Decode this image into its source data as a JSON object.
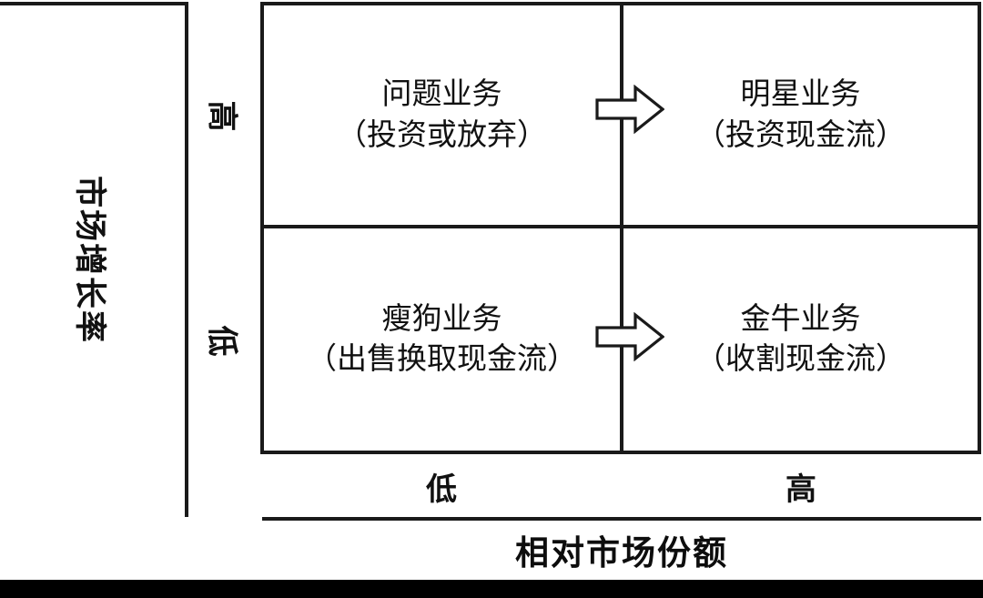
{
  "diagram": {
    "type": "bcg-growth-share-matrix",
    "y_axis": {
      "title": "市场增长率",
      "ticks": [
        {
          "id": "high",
          "label": "高"
        },
        {
          "id": "low",
          "label": "低"
        }
      ]
    },
    "x_axis": {
      "title": "相对市场份额",
      "ticks": [
        {
          "id": "low",
          "label": "低"
        },
        {
          "id": "high",
          "label": "高"
        }
      ]
    },
    "quadrants": [
      {
        "id": "question-marks",
        "title": "问题业务",
        "subtitle": "（投资或放弃）",
        "growth": "高",
        "share": "低"
      },
      {
        "id": "stars",
        "title": "明星业务",
        "subtitle": "（投资现金流）",
        "growth": "高",
        "share": "高"
      },
      {
        "id": "dogs",
        "title": "瘦狗业务",
        "subtitle": "（出售换取现金流）",
        "growth": "低",
        "share": "低"
      },
      {
        "id": "cash-cows",
        "title": "金牛业务",
        "subtitle": "（收割现金流）",
        "growth": "低",
        "share": "高"
      }
    ],
    "arrows": [
      {
        "id": "question-to-star",
        "icon": "right-block-arrow-icon",
        "from": "问题业务",
        "to": "明星业务"
      },
      {
        "id": "dog-to-cash-cow",
        "icon": "right-block-arrow-icon",
        "from": "瘦狗业务",
        "to": "金牛业务"
      }
    ],
    "colors": {
      "line": "#1a1a1a",
      "text": "#111111",
      "background": "#ffffff",
      "footer_band": "#000000"
    }
  }
}
